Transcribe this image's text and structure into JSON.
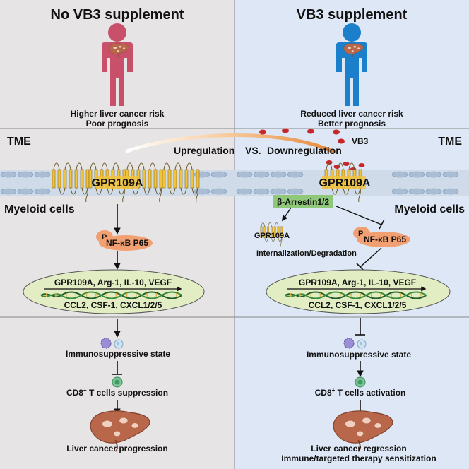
{
  "left_panel": {
    "title": "No VB3 supplement",
    "outcome_line1": "Higher liver cancer risk",
    "outcome_line2": "Poor prognosis",
    "tme_label": "TME",
    "receptor_label": "GPR109A",
    "cell_label": "Myeloid cells",
    "phospho_label": "P",
    "nfkb_label": "NF-κB P65",
    "genes_line1": "GPR109A, Arg-1, IL-10, VEGF",
    "genes_line2": "CCL2, CSF-1, CXCL1/2/5",
    "immuno_label": "Immunosuppressive state",
    "cd8_label_pre": "CD8",
    "cd8_sup": "+",
    "cd8_label_post": " T cells suppression",
    "liver_label": "Liver cancer progression"
  },
  "right_panel": {
    "title": "VB3 supplement",
    "outcome_line1": "Reduced liver cancer risk",
    "outcome_line2": "Better prognosis",
    "tme_label": "TME",
    "vb3_label": "VB3",
    "receptor_label": "GPR109A",
    "cell_label": "Myeloid cells",
    "arrestin_label": "β-Arrestin1/2",
    "internalized_receptor_label": "GPR109A",
    "internalization_label": "Internalization/Degradation",
    "phospho_label": "P",
    "nfkb_label": "NF-κB P65",
    "genes_line1": "GPR109A, Arg-1, IL-10, VEGF",
    "genes_line2": "CCL2, CSF-1, CXCL1/2/5",
    "immuno_label": "Immunosuppressive state",
    "cd8_label_pre": "CD8",
    "cd8_sup": "+",
    "cd8_label_post": " T cells activation",
    "liver_line1": "Liver cancer regression",
    "liver_line2": "Immune/targeted therapy sensitization"
  },
  "comparison": {
    "up": "Upregulation",
    "vs": "VS.",
    "down": "Downregulation"
  },
  "colors": {
    "left_bg": "#e6e4e4",
    "right_bg": "#dde7f5",
    "person_left": "#c9506a",
    "person_right": "#1c7fcc",
    "liver": "#b8674a",
    "nfkb": "#f2a072",
    "arrestin": "#8ec878",
    "receptor": "#f2c23a",
    "vb3_dot": "#c8262b",
    "gene_ellipse": "#e3edc4"
  }
}
